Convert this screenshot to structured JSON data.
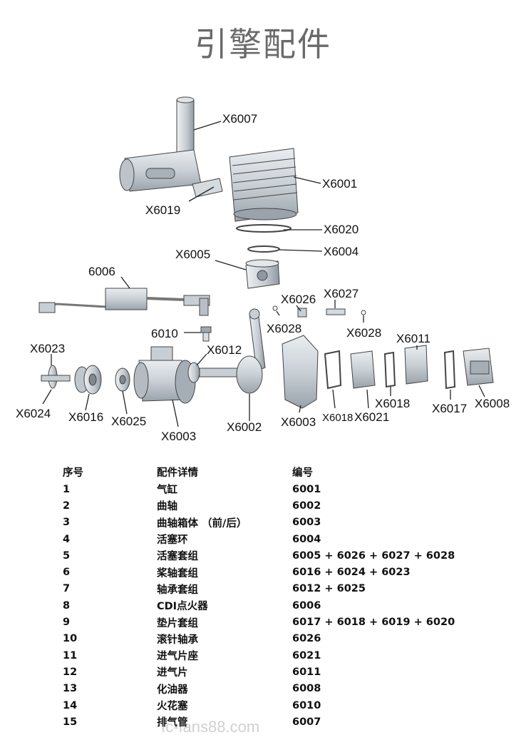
{
  "title": "引擎配件",
  "parts": [
    {
      "id": "exhaust_pipe",
      "label": "X6007"
    },
    {
      "id": "cylinder",
      "label": "X6001"
    },
    {
      "id": "exhaust_gasket",
      "label": "X6019"
    },
    {
      "id": "cylinder_gasket",
      "label": "X6020"
    },
    {
      "id": "piston_ring",
      "label": "X6004"
    },
    {
      "id": "piston",
      "label": "X6005"
    },
    {
      "id": "cdi_ignition",
      "label": "6006"
    },
    {
      "id": "needle_bearing",
      "label": "X6026"
    },
    {
      "id": "piston_pin",
      "label": "X6027"
    },
    {
      "id": "circlip_left",
      "label": "X6028"
    },
    {
      "id": "circlip_right",
      "label": "X6028"
    },
    {
      "id": "spark_plug",
      "label": "6010"
    },
    {
      "id": "bearing",
      "label": "X6012"
    },
    {
      "id": "reed_valve",
      "label": "X6011"
    },
    {
      "id": "prop_washer",
      "label": "X6023"
    },
    {
      "id": "prop_nut",
      "label": "X6024"
    },
    {
      "id": "prop_hub",
      "label": "X6016"
    },
    {
      "id": "bearing_ring",
      "label": "X6025"
    },
    {
      "id": "crankcase_front",
      "label": "X6003"
    },
    {
      "id": "crankshaft",
      "label": "X6002"
    },
    {
      "id": "crankcase_rear",
      "label": "X6003"
    },
    {
      "id": "reed_gasket_a",
      "label": "X6018"
    },
    {
      "id": "reed_block",
      "label": "X6021"
    },
    {
      "id": "reed_gasket_b",
      "label": "X6018"
    },
    {
      "id": "carb_gasket",
      "label": "X6017"
    },
    {
      "id": "carburetor",
      "label": "X6008"
    }
  ],
  "table": {
    "headers": [
      "序号",
      "配件详情",
      "编号"
    ],
    "rows": [
      [
        "1",
        "气缸",
        "6001"
      ],
      [
        "2",
        "曲轴",
        "6002"
      ],
      [
        "3",
        "曲轴箱体 （前/后）",
        "6003"
      ],
      [
        "4",
        "活塞环",
        "6004"
      ],
      [
        "5",
        "活塞套组",
        "6005 + 6026 + 6027 + 6028"
      ],
      [
        "6",
        "桨轴套组",
        "6016 + 6024 + 6023"
      ],
      [
        "7",
        "轴承套组",
        "6012 + 6025"
      ],
      [
        "8",
        "CDI点火器",
        "6006"
      ],
      [
        "9",
        "垫片套组",
        "6017 + 6018 + 6019 + 6020"
      ],
      [
        "10",
        "滚针轴承",
        "6026"
      ],
      [
        "11",
        "进气片座",
        "6021"
      ],
      [
        "12",
        "进气片",
        "6011"
      ],
      [
        "13",
        "化油器",
        "6008"
      ],
      [
        "14",
        "火花塞",
        "6010"
      ],
      [
        "15",
        "排气管",
        "6007"
      ]
    ]
  },
  "watermark": "fc-fans88.com"
}
